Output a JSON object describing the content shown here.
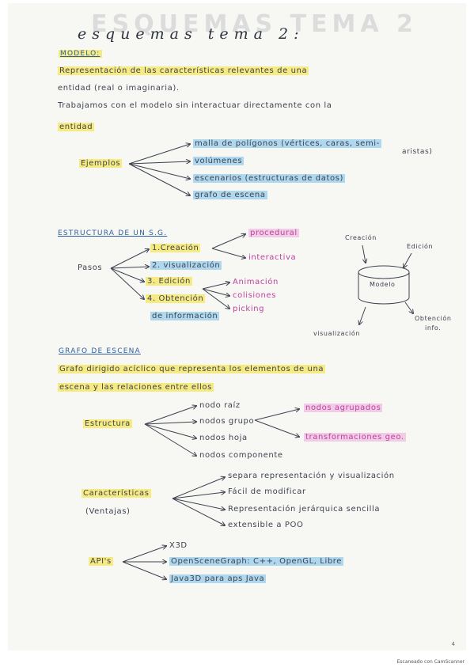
{
  "ghost_title": "ESQUEMAS TEMA 2",
  "title": "esquemas tema 2:",
  "modelo": {
    "heading": "MODELO:",
    "def1": "Representación de las características relevantes de una",
    "def2": "entidad (real o imaginaria).",
    "def3": "Trabajamos con el modelo sin interactuar directamente con la",
    "def4": "entidad",
    "ejemplos": "Ejemplos",
    "items": [
      "malla de polígonos (vértices, caras, semi-",
      "volúmenes",
      "escenarios (estructuras de datos)",
      "grafo de escena"
    ],
    "items_cont": "aristas)"
  },
  "estructura_sg": {
    "heading": "ESTRUCTURA DE UN S.G.",
    "pasos": "Pasos",
    "steps": [
      "1.Creación",
      "2. visualización",
      "3. Edición",
      "4. Obtención",
      "de información"
    ],
    "creacion_sub": [
      "procedural",
      "interactiva"
    ],
    "edicion_sub": [
      "Animación",
      "colisiones",
      "picking"
    ],
    "diagram": {
      "center": "Modelo",
      "creacion": "Creación",
      "edicion": "Edición",
      "visualizacion": "visualización",
      "obtencion": "Obtención",
      "info": "info."
    }
  },
  "grafo": {
    "heading": "GRAFO DE ESCENA",
    "def1": "Grafo dirigido acíclico que representa los elementos de una",
    "def2": "escena y las relaciones entre ellos",
    "estructura": "Estructura",
    "nodos": [
      "nodo raíz",
      "nodos grupo",
      "nodos hoja",
      "nodos componente"
    ],
    "grupo_sub": [
      "nodos agrupados",
      "transformaciones geo."
    ],
    "caracteristicas": "Características",
    "ventajas": "(Ventajas)",
    "car_items": [
      "separa representación y visualización",
      "Fácil de modificar",
      "Representación jerárquica sencilla",
      "extensible a POO"
    ],
    "apis": "API's",
    "api_items": [
      "X3D",
      "OpenSceneGraph: C++, OpenGL, Libre",
      "Java3D para aps Java"
    ]
  },
  "page_number": "4",
  "footer": "Escaneado con CamScanner"
}
